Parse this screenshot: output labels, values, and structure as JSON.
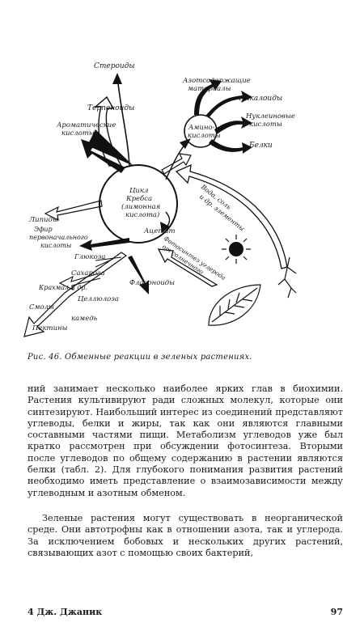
{
  "figure": {
    "labels": {
      "steroids": "Стероиды",
      "terpenoids": "Терпеноиды",
      "aromatic_acids_1": "Ароматические",
      "aromatic_acids_2": "кислоты",
      "nitrogen_materials_1": "Азотсодержащие",
      "nitrogen_materials_2": "материалы",
      "alkaloids": "Алкалоиды",
      "nucleic_acids_1": "Нуклеиновые",
      "nucleic_acids_2": "кислоты",
      "amino_acids_1": "Амино-",
      "amino_acids_2": "кислоты",
      "proteins": "Белки",
      "cycle_1": "Цикл",
      "cycle_2": "Кребса",
      "cycle_3": "(лимонная",
      "cycle_4": "кислота)",
      "water_1": "Вода, соль",
      "water_2": "и др. элементы",
      "lipids": "Липиды",
      "fatty_acids_1": "Эфир",
      "fatty_acids_2": "первоначального",
      "fatty_acids_3": "кислоты",
      "acetate": "Ацетат",
      "photosynthesis_1": "Фотосинтез углерода",
      "photosynthesis_2": "от солнечного",
      "glucose": "Глюкоза",
      "sucrose": "Сахароза",
      "starch_1": "Крахмал и др.",
      "flavonoids": "Флавоноиды",
      "starches": "Смолы",
      "cellulose": "Целлюлоза",
      "gums": "Пектины",
      "hemicellulose": "камедь"
    }
  },
  "caption": "Рис. 46. Обменные реакции в зеленых растениях.",
  "paragraph1": "ний занимает несколько наиболее ярких глав в биохимии. Растения культивируют ради сложных молекул, которые они синтезируют. Наибольший интерес из соединений представляют углеводы, белки и жиры, так как они являются главными составными частями пищи. Метаболизм углеводов уже был кратко рассмотрен при обсуждении фотосинтеза. Вторыми после углеводов по общему содержанию в растении являются белки (табл. 2). Для глубокого понимания развития растений необходимо иметь представление о взаимозависимости между углеводным и азотным обменом.",
  "paragraph2": "Зеленые растения могут существовать в неорганической среде. Они автотрофны как в отношении азота, так и углерода. За исключением бобовых и нескольких других растений, связывающих азот с помощью своих бактерий,",
  "footer": {
    "left": "4 Дж. Джаник",
    "right": "97"
  }
}
